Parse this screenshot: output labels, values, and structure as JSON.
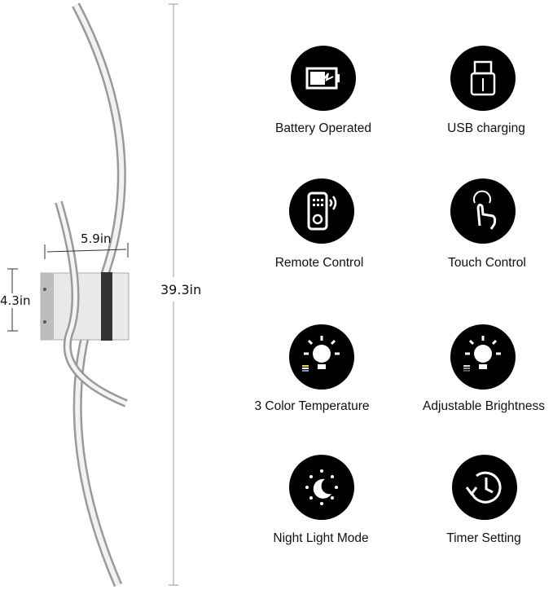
{
  "dimensions": {
    "width": "5.9in",
    "height_box": "4.3in",
    "total_height": "39.3in"
  },
  "features": [
    {
      "label": "Battery Operated",
      "icon": "battery-icon"
    },
    {
      "label": "USB charging",
      "icon": "usb-icon"
    },
    {
      "label": "Remote Control",
      "icon": "remote-icon"
    },
    {
      "label": "Touch Control",
      "icon": "touch-icon"
    },
    {
      "label": "3 Color Temperature",
      "icon": "bulb-color-icon"
    },
    {
      "label": "Adjustable Brightness",
      "icon": "bulb-brightness-icon"
    },
    {
      "label": "Night Light Mode",
      "icon": "moon-icon"
    },
    {
      "label": "Timer Setting",
      "icon": "timer-icon"
    }
  ]
}
